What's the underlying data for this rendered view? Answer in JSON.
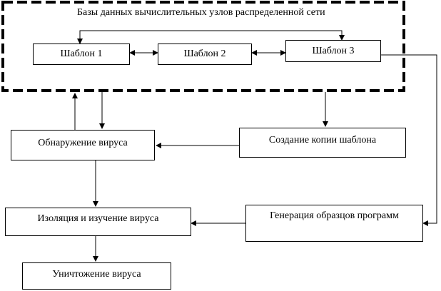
{
  "container": {
    "title": "Базы данных вычислительных узлов распределенной сети"
  },
  "templates": [
    "Шаблон 1",
    "Шаблон 2",
    "Шаблон 3"
  ],
  "blocks": {
    "detect": "Обнаружение вируса",
    "copy": "Создание копии шаблона",
    "isolate": "Изоляция и изучение вируса",
    "generate": "Генерация образцов программ",
    "destroy": "Уничтожение вируса"
  }
}
